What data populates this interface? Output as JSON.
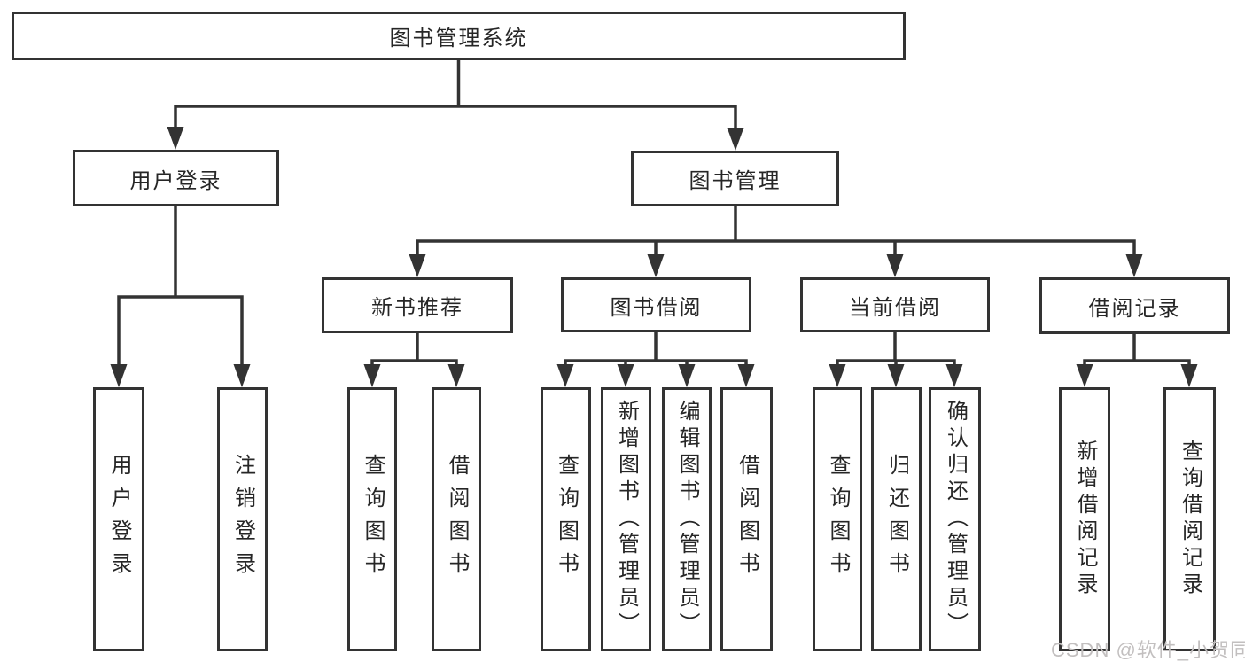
{
  "tree": {
    "label": "图书管理系统",
    "children": [
      {
        "label": "用户登录",
        "children": [
          {
            "label": "用户登录"
          },
          {
            "label": "注销登录"
          }
        ]
      },
      {
        "label": "图书管理",
        "children": [
          {
            "label": "新书推荐",
            "children": [
              {
                "label": "查询图书"
              },
              {
                "label": "借阅图书"
              }
            ]
          },
          {
            "label": "图书借阅",
            "children": [
              {
                "label": "查询图书"
              },
              {
                "label": "新增图书（管理员）"
              },
              {
                "label": "编辑图书（管理员）"
              },
              {
                "label": "借阅图书"
              }
            ]
          },
          {
            "label": "当前借阅",
            "children": [
              {
                "label": "查询图书"
              },
              {
                "label": "归还图书"
              },
              {
                "label": "确认归还（管理员）"
              }
            ]
          },
          {
            "label": "借阅记录",
            "children": [
              {
                "label": "新增借阅记录"
              },
              {
                "label": "查询借阅记录"
              }
            ]
          }
        ]
      }
    ]
  },
  "watermark": {
    "text": "CSDN @软件_小贺同学"
  },
  "colors": {
    "line": "#333333",
    "box_border": "#333333",
    "text": "#262626",
    "watermark_text": "#c2bfbf",
    "background": "#ffffff"
  }
}
